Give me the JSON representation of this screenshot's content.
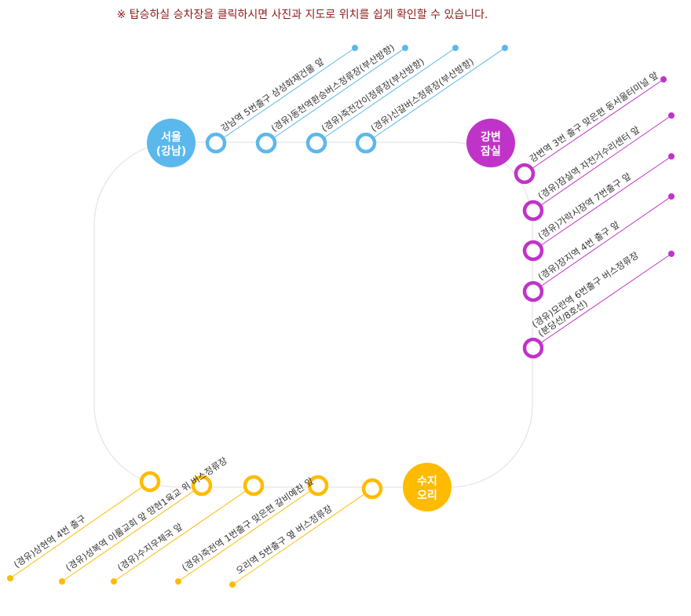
{
  "notice": "※ 탑승하실 승차장을 클릭하시면 사진과 지도로 위치를 쉽게 확인할 수 있습니다.",
  "colors": {
    "seoul": "#5bb8ec",
    "jamsil": "#c033c9",
    "suji": "#ffbb00",
    "track": "#e3e3e3"
  },
  "hubs": [
    {
      "id": "seoul",
      "line1": "서울",
      "line2": "(강남)"
    },
    {
      "id": "jamsil",
      "line1": "강변",
      "line2": "잠실"
    },
    {
      "id": "suji",
      "line1": "수지",
      "line2": "오리"
    }
  ],
  "stops": {
    "seoul": [
      "강남역 5번출구 삼성화재건물 앞",
      "(경유)동천역환승버스정류장(부산방향)",
      "(경유)죽전간이정류장(부산방향)",
      "(경유)신갈버스정류장(부산방향)"
    ],
    "jamsil": [
      "강변역 3번 출구 맞은편 동서울터미널 앞",
      "(경유)잠실역 자전거수리센터 앞",
      "(경유)가락시장역 7번출구 앞",
      "(경유)장지역 4번 출구 앞",
      "(경유)모란역 6번출구 버스정류장|(분당선/8호선)"
    ],
    "suji": [
      "(경유)상현역 4번 출구",
      "(경유)성복역 이룸교회 앞 망현1육교 위 버스정류장",
      "(경유)수지우체국 앞",
      "(경유)죽전역 1번출구 맞은편 갈비예찬 앞",
      "오리역 5번출구 옆 버스정류장"
    ]
  }
}
